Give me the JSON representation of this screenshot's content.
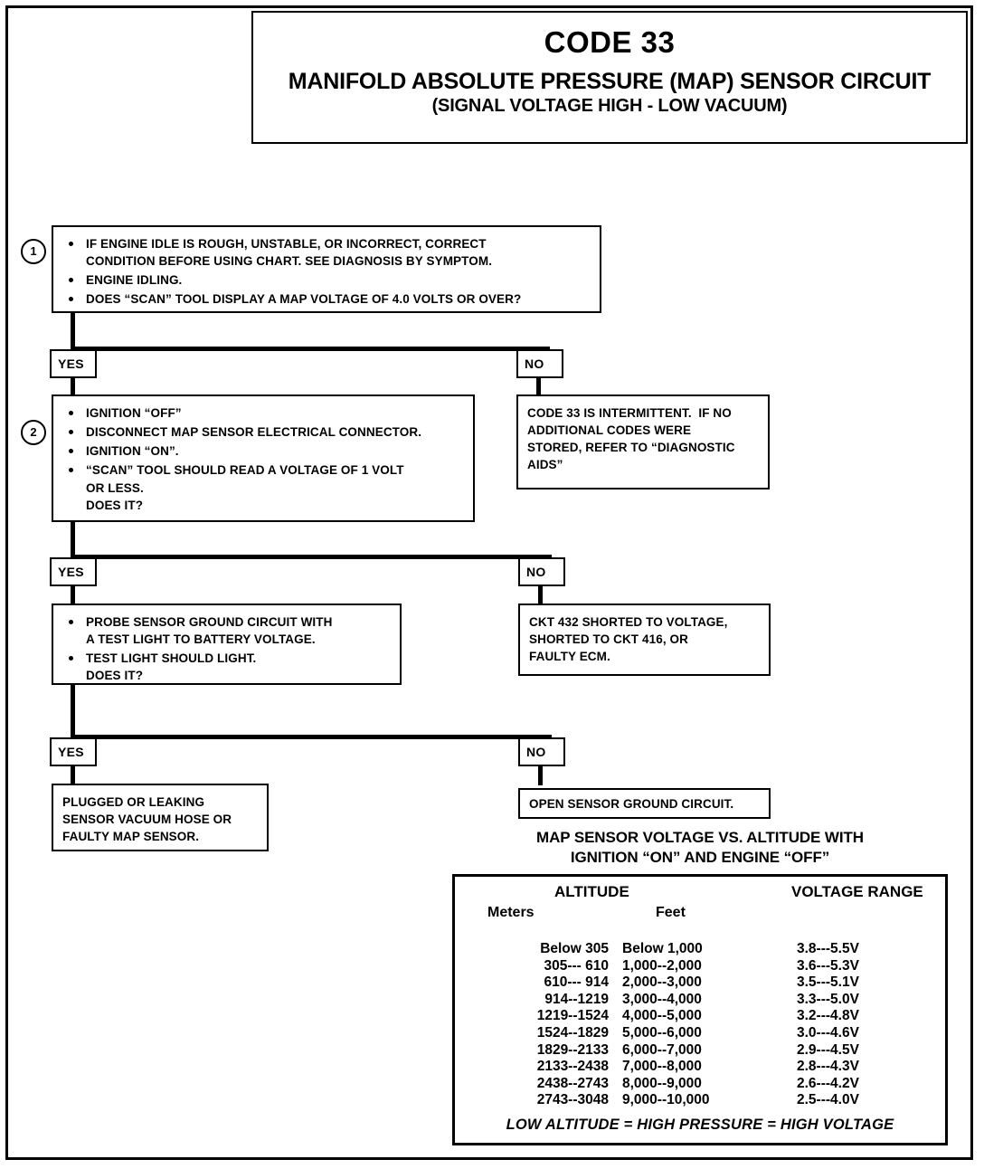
{
  "header": {
    "code": "CODE 33",
    "title": "MANIFOLD ABSOLUTE PRESSURE (MAP) SENSOR CIRCUIT",
    "subtitle": "(SIGNAL VOLTAGE HIGH - LOW VACUUM)"
  },
  "steps": {
    "one": "1",
    "two": "2"
  },
  "box1": {
    "lines": [
      "IF ENGINE IDLE IS ROUGH, UNSTABLE, OR INCORRECT, CORRECT",
      "CONDITION BEFORE USING CHART.  SEE DIAGNOSIS BY SYMPTOM.",
      "ENGINE IDLING.",
      "DOES “SCAN” TOOL DISPLAY A MAP VOLTAGE OF 4.0 VOLTS OR OVER?"
    ]
  },
  "box2": {
    "lines": [
      "IGNITION “OFF”",
      "DISCONNECT MAP SENSOR ELECTRICAL CONNECTOR.",
      "IGNITION “ON”.",
      "“SCAN” TOOL SHOULD READ  A VOLTAGE OF 1 VOLT",
      "OR LESS.",
      "DOES IT?"
    ]
  },
  "box3": {
    "lines": [
      "PROBE SENSOR GROUND CIRCUIT WITH",
      "A TEST LIGHT TO BATTERY VOLTAGE.",
      "TEST LIGHT SHOULD LIGHT.",
      "DOES IT?"
    ]
  },
  "box_intermittent": {
    "lines": [
      "CODE 33 IS INTERMITTENT.  IF NO",
      "ADDITIONAL CODES WERE",
      "STORED, REFER TO “DIAGNOSTIC",
      "AIDS”"
    ]
  },
  "box_ckt432": {
    "lines": [
      "CKT 432 SHORTED TO VOLTAGE,",
      "SHORTED TO CKT 416, OR",
      "FAULTY ECM."
    ]
  },
  "box_plugged": {
    "lines": [
      "PLUGGED OR LEAKING",
      "SENSOR VACUUM HOSE OR",
      "FAULTY MAP SENSOR."
    ]
  },
  "box_open_ground": {
    "lines": [
      "OPEN SENSOR GROUND CIRCUIT."
    ]
  },
  "tags": {
    "yes1": "YES",
    "no1": "NO",
    "yes2": "YES",
    "no2": "NO",
    "yes3": "YES",
    "no3": "NO"
  },
  "table": {
    "caption_line1": "MAP SENSOR VOLTAGE VS. ALTITUDE WITH",
    "caption_line2": "IGNITION “ON” AND ENGINE “OFF”",
    "head_altitude": "ALTITUDE",
    "head_voltage_range": "VOLTAGE RANGE",
    "head_meters": "Meters",
    "head_feet": "Feet",
    "rows": [
      {
        "meters": "Below 305",
        "feet": "Below 1,000",
        "voltage": "3.8---5.5V"
      },
      {
        "meters": "305--- 610",
        "feet": "1,000--2,000",
        "voltage": "3.6---5.3V"
      },
      {
        "meters": "610--- 914",
        "feet": "2,000--3,000",
        "voltage": "3.5---5.1V"
      },
      {
        "meters": "914--1219",
        "feet": "3,000--4,000",
        "voltage": "3.3---5.0V"
      },
      {
        "meters": "1219--1524",
        "feet": "4,000--5,000",
        "voltage": "3.2---4.8V"
      },
      {
        "meters": "1524--1829",
        "feet": "5,000--6,000",
        "voltage": "3.0---4.6V"
      },
      {
        "meters": "1829--2133",
        "feet": "6,000--7,000",
        "voltage": "2.9---4.5V"
      },
      {
        "meters": "2133--2438",
        "feet": "7,000--8,000",
        "voltage": "2.8---4.3V"
      },
      {
        "meters": "2438--2743",
        "feet": "8,000--9,000",
        "voltage": "2.6---4.2V"
      },
      {
        "meters": "2743--3048",
        "feet": "9,000--10,000",
        "voltage": "2.5---4.0V"
      }
    ],
    "footer": "LOW ALTITUDE  =  HIGH PRESSURE  =  HIGH VOLTAGE"
  },
  "colors": {
    "ink": "#000000",
    "paper": "#ffffff"
  }
}
